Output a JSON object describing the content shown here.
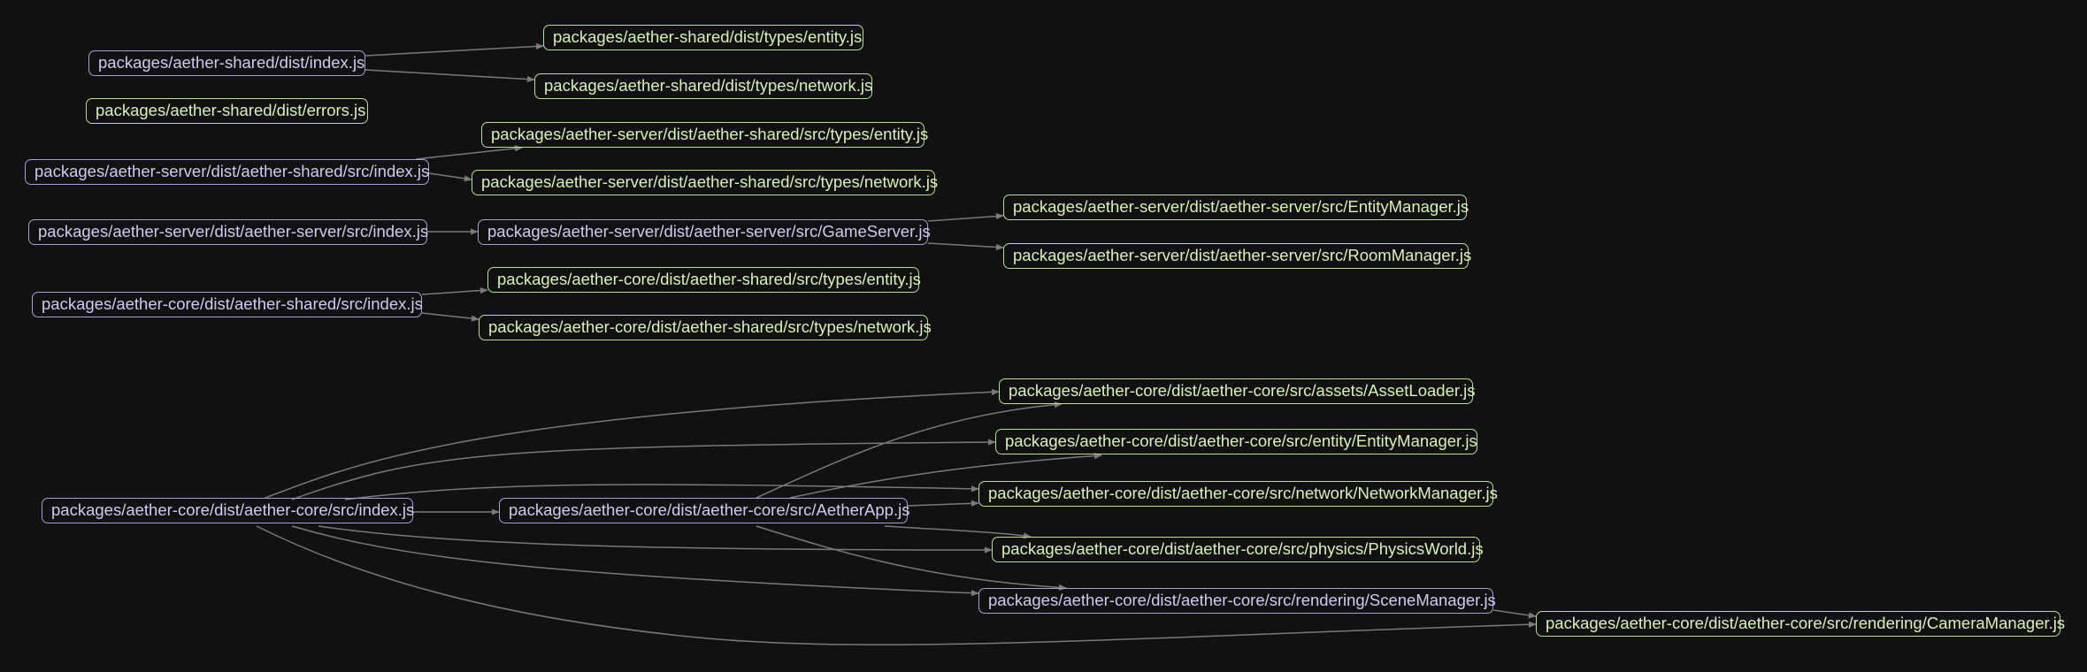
{
  "colors": {
    "background": "#111111",
    "entry_border": "#a7a0d8",
    "entry_text": "#cfcbf0",
    "leaf_border": "#b9e08c",
    "leaf_text": "#d7f2b4",
    "edge": "#7a7a7a"
  },
  "nodes": [
    {
      "id": "shared_index",
      "label": "packages/aether-shared/dist/index.js",
      "kind": "entry"
    },
    {
      "id": "shared_types_entity",
      "label": "packages/aether-shared/dist/types/entity.js",
      "kind": "leaf"
    },
    {
      "id": "shared_types_network",
      "label": "packages/aether-shared/dist/types/network.js",
      "kind": "leaf"
    },
    {
      "id": "shared_errors",
      "label": "packages/aether-shared/dist/errors.js",
      "kind": "leaf"
    },
    {
      "id": "server_shared_index",
      "label": "packages/aether-server/dist/aether-shared/src/index.js",
      "kind": "entry"
    },
    {
      "id": "server_shared_entity",
      "label": "packages/aether-server/dist/aether-shared/src/types/entity.js",
      "kind": "leaf"
    },
    {
      "id": "server_shared_network",
      "label": "packages/aether-server/dist/aether-shared/src/types/network.js",
      "kind": "leaf"
    },
    {
      "id": "server_index",
      "label": "packages/aether-server/dist/aether-server/src/index.js",
      "kind": "entry"
    },
    {
      "id": "server_gameserver",
      "label": "packages/aether-server/dist/aether-server/src/GameServer.js",
      "kind": "entry"
    },
    {
      "id": "server_entitymanager",
      "label": "packages/aether-server/dist/aether-server/src/EntityManager.js",
      "kind": "leaf"
    },
    {
      "id": "server_roommanager",
      "label": "packages/aether-server/dist/aether-server/src/RoomManager.js",
      "kind": "leaf"
    },
    {
      "id": "core_shared_index",
      "label": "packages/aether-core/dist/aether-shared/src/index.js",
      "kind": "entry"
    },
    {
      "id": "core_shared_entity",
      "label": "packages/aether-core/dist/aether-shared/src/types/entity.js",
      "kind": "leaf"
    },
    {
      "id": "core_shared_network",
      "label": "packages/aether-core/dist/aether-shared/src/types/network.js",
      "kind": "leaf"
    },
    {
      "id": "core_index",
      "label": "packages/aether-core/dist/aether-core/src/index.js",
      "kind": "entry"
    },
    {
      "id": "core_aetherapp",
      "label": "packages/aether-core/dist/aether-core/src/AetherApp.js",
      "kind": "entry"
    },
    {
      "id": "core_assetloader",
      "label": "packages/aether-core/dist/aether-core/src/assets/AssetLoader.js",
      "kind": "leaf"
    },
    {
      "id": "core_entitymanager",
      "label": "packages/aether-core/dist/aether-core/src/entity/EntityManager.js",
      "kind": "leaf"
    },
    {
      "id": "core_networkmanager",
      "label": "packages/aether-core/dist/aether-core/src/network/NetworkManager.js",
      "kind": "leaf"
    },
    {
      "id": "core_physicsworld",
      "label": "packages/aether-core/dist/aether-core/src/physics/PhysicsWorld.js",
      "kind": "leaf"
    },
    {
      "id": "core_scenemanager",
      "label": "packages/aether-core/dist/aether-core/src/rendering/SceneManager.js",
      "kind": "entry"
    },
    {
      "id": "core_cameramanager",
      "label": "packages/aether-core/dist/aether-core/src/rendering/CameraManager.js",
      "kind": "leaf"
    }
  ],
  "edges": [
    {
      "from": "shared_index",
      "to": "shared_types_entity"
    },
    {
      "from": "shared_index",
      "to": "shared_types_network"
    },
    {
      "from": "server_shared_index",
      "to": "server_shared_entity"
    },
    {
      "from": "server_shared_index",
      "to": "server_shared_network"
    },
    {
      "from": "server_index",
      "to": "server_gameserver"
    },
    {
      "from": "server_gameserver",
      "to": "server_entitymanager"
    },
    {
      "from": "server_gameserver",
      "to": "server_roommanager"
    },
    {
      "from": "core_shared_index",
      "to": "core_shared_entity"
    },
    {
      "from": "core_shared_index",
      "to": "core_shared_network"
    },
    {
      "from": "core_index",
      "to": "core_aetherapp"
    },
    {
      "from": "core_index",
      "to": "core_assetloader"
    },
    {
      "from": "core_index",
      "to": "core_entitymanager"
    },
    {
      "from": "core_index",
      "to": "core_networkmanager"
    },
    {
      "from": "core_index",
      "to": "core_physicsworld"
    },
    {
      "from": "core_index",
      "to": "core_scenemanager"
    },
    {
      "from": "core_index",
      "to": "core_cameramanager"
    },
    {
      "from": "core_aetherapp",
      "to": "core_assetloader"
    },
    {
      "from": "core_aetherapp",
      "to": "core_entitymanager"
    },
    {
      "from": "core_aetherapp",
      "to": "core_networkmanager"
    },
    {
      "from": "core_aetherapp",
      "to": "core_physicsworld"
    },
    {
      "from": "core_aetherapp",
      "to": "core_scenemanager"
    },
    {
      "from": "core_scenemanager",
      "to": "core_cameramanager"
    }
  ]
}
